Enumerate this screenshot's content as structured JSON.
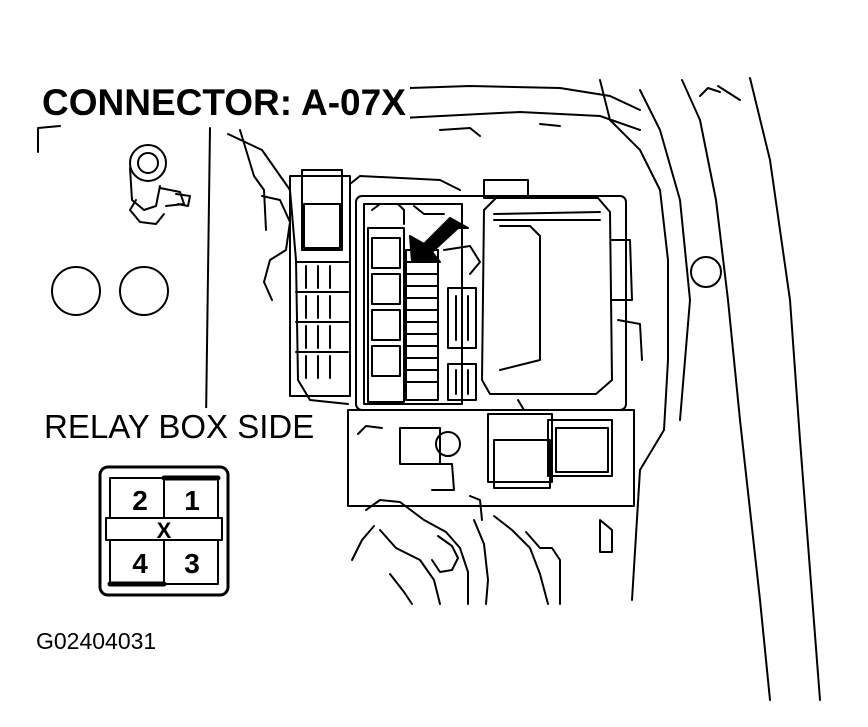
{
  "figure": {
    "title": "CONNECTOR: A-07X",
    "subtitle": "RELAY BOX SIDE",
    "figure_id": "G02404031"
  },
  "connector": {
    "pins": [
      "2",
      "1",
      "4",
      "3"
    ],
    "center_mark": "X"
  },
  "colors": {
    "line": "#000000",
    "background": "#ffffff"
  }
}
